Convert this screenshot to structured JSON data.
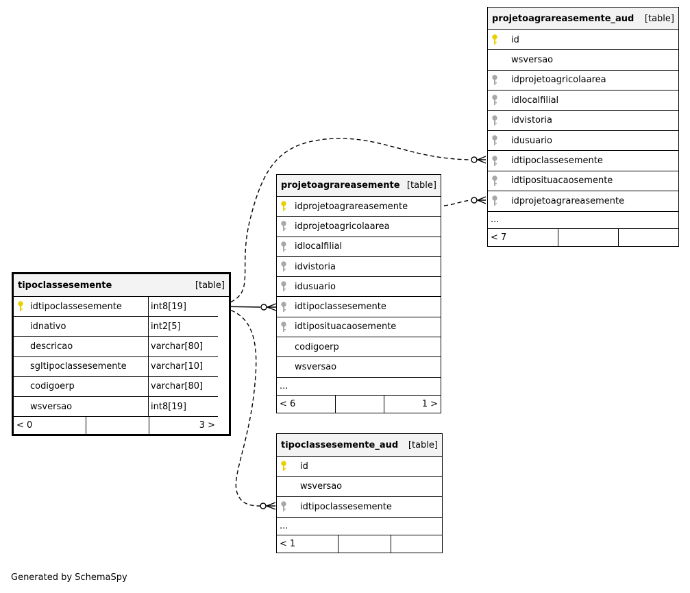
{
  "tables": {
    "tipoclassesemente": {
      "name": "tipoclassesemente",
      "tag": "[table]",
      "columns": [
        {
          "name": "idtipoclassesemente",
          "type": "int8[19]",
          "key": "primary"
        },
        {
          "name": "idnativo",
          "type": "int2[5]",
          "key": "none"
        },
        {
          "name": "descricao",
          "type": "varchar[80]",
          "key": "none"
        },
        {
          "name": "sgltipoclassesemente",
          "type": "varchar[10]",
          "key": "none"
        },
        {
          "name": "codigoerp",
          "type": "varchar[80]",
          "key": "none"
        },
        {
          "name": "wsversao",
          "type": "int8[19]",
          "key": "none"
        }
      ],
      "footer": {
        "parents": "< 0",
        "middle": "",
        "children": "3 >"
      }
    },
    "projetoagrareasemente": {
      "name": "projetoagrareasemente",
      "tag": "[table]",
      "columns": [
        {
          "name": "idprojetoagrareasemente",
          "key": "primary"
        },
        {
          "name": "idprojetoagricolaarea",
          "key": "foreign"
        },
        {
          "name": "idlocalfilial",
          "key": "foreign"
        },
        {
          "name": "idvistoria",
          "key": "foreign"
        },
        {
          "name": "idusuario",
          "key": "foreign"
        },
        {
          "name": "idtipoclassesemente",
          "key": "foreign"
        },
        {
          "name": "idtiposituacaosemente",
          "key": "foreign"
        },
        {
          "name": "codigoerp",
          "key": "none"
        },
        {
          "name": "wsversao",
          "key": "none"
        }
      ],
      "more": "...",
      "footer": {
        "parents": "< 6",
        "middle": "",
        "children": "1 >"
      }
    },
    "projetoagrareasemente_aud": {
      "name": "projetoagrareasemente_aud",
      "tag": "[table]",
      "columns": [
        {
          "name": "id",
          "key": "primary"
        },
        {
          "name": "wsversao",
          "key": "none"
        },
        {
          "name": "idprojetoagricolaarea",
          "key": "foreign"
        },
        {
          "name": "idlocalfilial",
          "key": "foreign"
        },
        {
          "name": "idvistoria",
          "key": "foreign"
        },
        {
          "name": "idusuario",
          "key": "foreign"
        },
        {
          "name": "idtipoclassesemente",
          "key": "foreign"
        },
        {
          "name": "idtiposituacaosemente",
          "key": "foreign"
        },
        {
          "name": "idprojetoagrareasemente",
          "key": "foreign"
        }
      ],
      "more": "...",
      "footer": {
        "parents": "< 7",
        "middle": "",
        "children": ""
      }
    },
    "tipoclassesemente_aud": {
      "name": "tipoclassesemente_aud",
      "tag": "[table]",
      "columns": [
        {
          "name": "id",
          "key": "primary"
        },
        {
          "name": "wsversao",
          "key": "none"
        },
        {
          "name": "idtipoclassesemente",
          "key": "foreign"
        }
      ],
      "more": "...",
      "footer": {
        "parents": "< 1",
        "middle": "",
        "children": ""
      }
    }
  },
  "colors": {
    "primary_key": "#e8d000",
    "foreign_key": "#a8a8a8",
    "line": "#000000",
    "header_bg": "#f3f3f3"
  },
  "generated_by": "Generated by SchemaSpy"
}
